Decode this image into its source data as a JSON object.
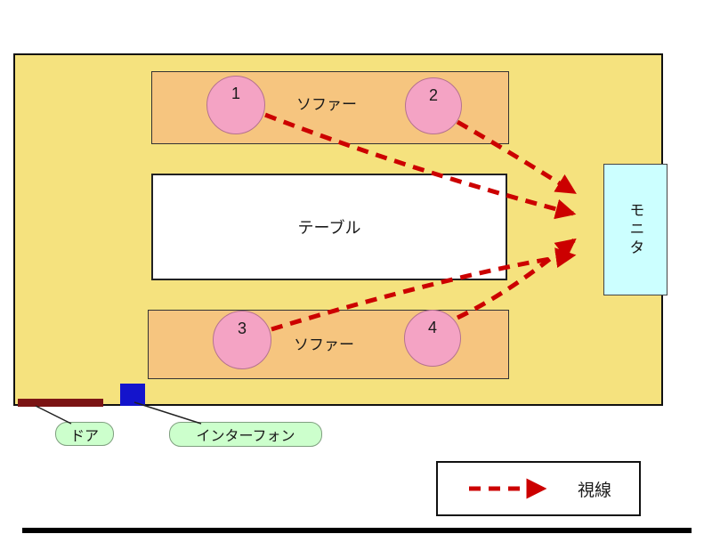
{
  "room": {
    "sofa_top_label": "ソファー",
    "sofa_bottom_label": "ソファー",
    "table_label": "テーブル",
    "monitor_label": "モニタ",
    "seats": [
      {
        "label": "1"
      },
      {
        "label": "2"
      },
      {
        "label": "3"
      },
      {
        "label": "4"
      }
    ]
  },
  "callouts": {
    "door_label": "ドア",
    "interphone_label": "インターフォン"
  },
  "legend": {
    "sight_label": "視線"
  },
  "colors": {
    "room_fill": "#F5E27E",
    "sofa_fill": "#F6C57F",
    "seat_fill": "#F4A3C4",
    "monitor_fill": "#CCFFFF",
    "door_fill": "#7B1414",
    "interphone_fill": "#1414CC",
    "callout_fill": "#CCFFCC",
    "sight_line_color": "#CC0000"
  }
}
